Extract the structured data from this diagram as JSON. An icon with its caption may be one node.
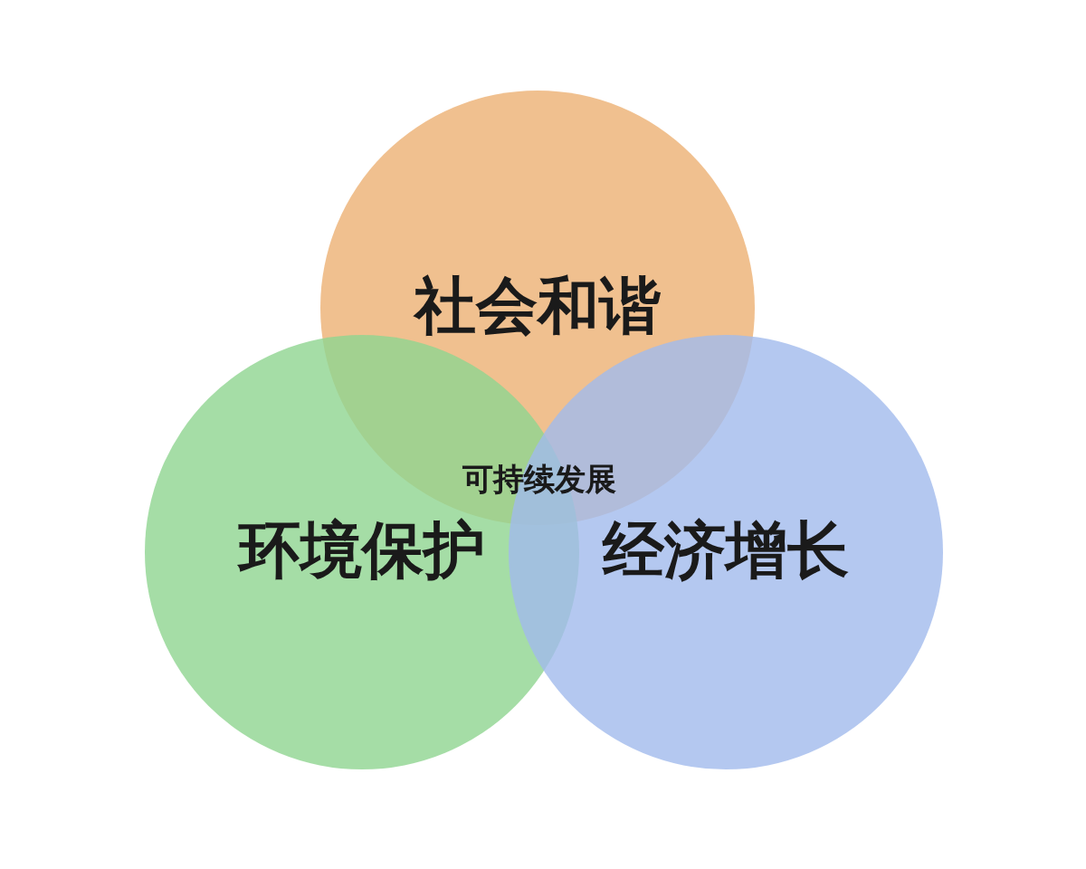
{
  "diagram": {
    "nodes": [
      {
        "text": [
          "社会和谐"
        ]
      },
      {
        "text": [
          "环境保护"
        ]
      },
      {
        "text": [
          "经济增长"
        ]
      }
    ],
    "labels": [
      "可持续发展"
    ]
  }
}
